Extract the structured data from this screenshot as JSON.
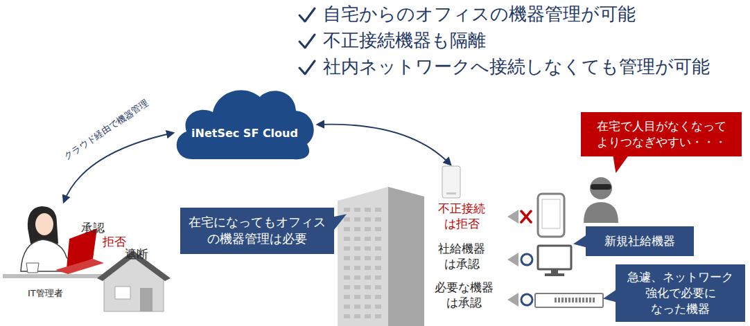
{
  "diagram": {
    "nodes": [
      {
        "text": [
          "iNetSec SF Cloud"
        ]
      },
      {
        "text": [
          "在宅で人目がなくなって よりつなぎやすい・・・"
        ]
      },
      {
        "text": [
          "在宅になってもオフィス の機器管理は必要"
        ]
      },
      {
        "text": [
          "新規社給機器"
        ]
      },
      {
        "text": [
          "急遽、ネットワーク 強化で必要に なった機器"
        ]
      }
    ],
    "labels": [
      "自宅からのオフィスの機器管理が可能",
      "不正接続機器も隔離",
      "社内ネットワークへ接続しなくても管理が可能",
      "クラウド経由で機器管理",
      "承認",
      "拒否",
      "遮断",
      "IT管理者",
      "不正接続 は拒否",
      "社給機器 は承認",
      "必要な機器 は承認"
    ]
  }
}
